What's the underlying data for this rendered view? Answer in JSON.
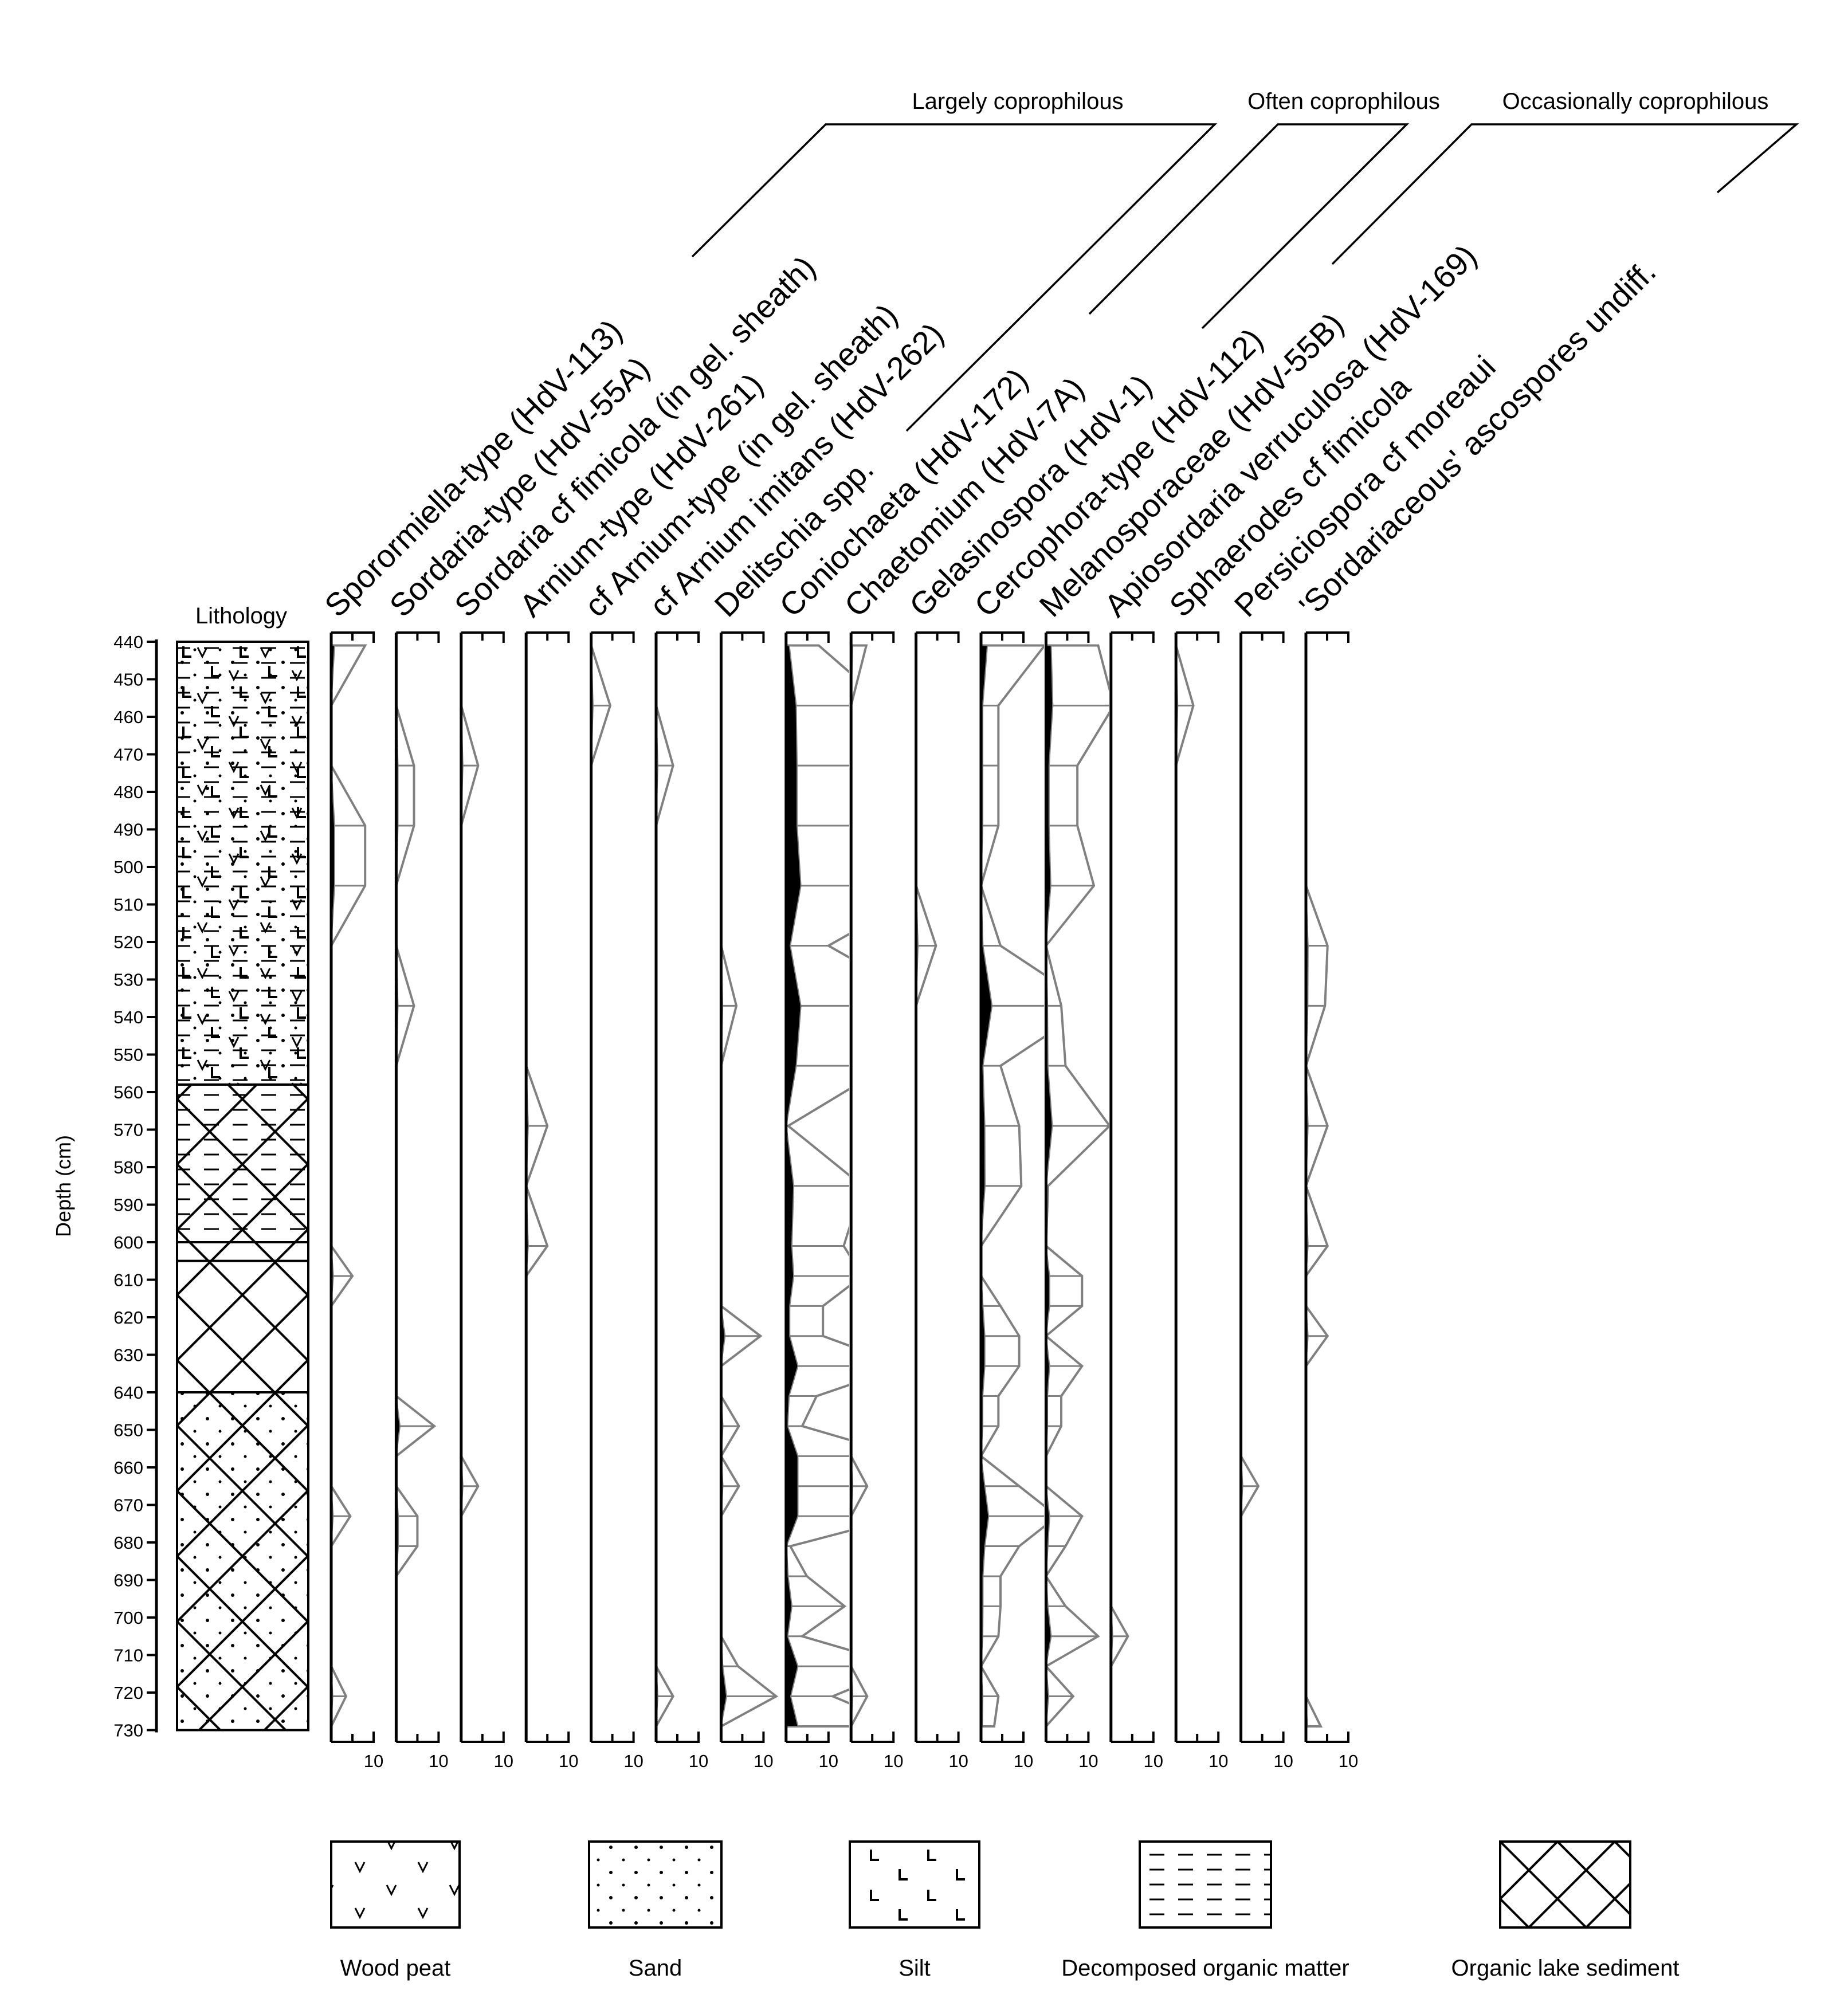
{
  "chart_data": {
    "type": "area",
    "title": "",
    "ylabel": "Depth (cm)",
    "xlabel": "",
    "ylim": [
      440,
      730
    ],
    "y_ticks": [
      440,
      450,
      460,
      470,
      480,
      490,
      500,
      510,
      520,
      530,
      540,
      550,
      560,
      570,
      580,
      590,
      600,
      610,
      620,
      630,
      640,
      650,
      660,
      670,
      680,
      690,
      700,
      710,
      720,
      730
    ],
    "scale_label": "10",
    "exaggeration_factor": 10,
    "lithology_title": "Lithology",
    "depths": [
      441,
      457,
      473,
      489,
      505,
      521,
      537,
      553,
      569,
      585,
      601,
      609,
      617,
      625,
      633,
      641,
      649,
      657,
      665,
      673,
      681,
      689,
      697,
      705,
      713,
      721,
      729
    ],
    "groups": [
      {
        "name": "Largely coprophilous"
      },
      {
        "name": "Often coprophilous"
      },
      {
        "name": "Occasionally coprophilous"
      }
    ],
    "series": [
      {
        "name": "Sporormiella-type (HdV-113)",
        "values": [
          0.8,
          0,
          0,
          0.8,
          0.8,
          0,
          0,
          0,
          0,
          0,
          0,
          0.5,
          0,
          0,
          0,
          0,
          0,
          0,
          0,
          0.45,
          0,
          0,
          0,
          0,
          0,
          0.35,
          0
        ]
      },
      {
        "name": "Sordaria-type (HdV-55A)",
        "values": [
          0,
          0,
          0.42,
          0.42,
          0,
          0,
          0.42,
          0,
          0,
          0,
          0,
          0,
          0,
          0,
          0,
          0,
          0.9,
          0,
          0,
          0.5,
          0.5,
          0,
          0,
          0,
          0,
          0,
          0
        ]
      },
      {
        "name": "Sordaria cf fimicola (in gel. sheath)",
        "values": [
          0,
          0,
          0.4,
          0,
          0,
          0,
          0,
          0,
          0,
          0,
          0,
          0,
          0,
          0,
          0,
          0,
          0,
          0,
          0.4,
          0,
          0,
          0,
          0,
          0,
          0,
          0,
          0
        ]
      },
      {
        "name": "Arnium-type (HdV-261)",
        "values": [
          0,
          0,
          0,
          0,
          0,
          0,
          0,
          0,
          0.5,
          0,
          0.5,
          0,
          0,
          0,
          0,
          0,
          0,
          0,
          0,
          0,
          0,
          0,
          0,
          0,
          0,
          0,
          0
        ]
      },
      {
        "name": "cf Arnium-type (in gel. sheath)",
        "values": [
          0,
          0.45,
          0,
          0,
          0,
          0,
          0,
          0,
          0,
          0,
          0,
          0,
          0,
          0,
          0,
          0,
          0,
          0,
          0,
          0,
          0,
          0,
          0,
          0,
          0,
          0,
          0
        ]
      },
      {
        "name": "cf Arnium imitans (HdV-262)",
        "values": [
          0,
          0,
          0.4,
          0,
          0,
          0,
          0,
          0,
          0,
          0,
          0,
          0,
          0,
          0,
          0,
          0,
          0,
          0,
          0,
          0,
          0,
          0,
          0,
          0,
          0,
          0.4,
          0
        ]
      },
      {
        "name": "Delitschia spp.",
        "values": [
          0,
          0,
          0,
          0,
          0,
          0,
          0.36,
          0,
          0,
          0,
          0,
          0,
          0,
          0.93,
          0,
          0,
          0.42,
          0,
          0.42,
          0,
          0,
          0,
          0,
          0,
          0.4,
          1.3,
          0
        ]
      },
      {
        "name": "Coniochaeta (HdV-172)",
        "values": [
          0.77,
          2.4,
          2.6,
          2.6,
          3.5,
          1.0,
          3.5,
          2.4,
          0.05,
          1.8,
          1.36,
          1.8,
          0.87,
          0.87,
          2.8,
          0.72,
          0.38,
          2.8,
          2.8,
          2.8,
          0.1,
          0.49,
          1.38,
          0.38,
          2.8,
          1.1,
          2.8
        ]
      },
      {
        "name": "Chaetomium (HdV-7A)",
        "values": [
          0.36,
          0,
          0,
          0,
          0,
          0,
          0,
          0,
          0,
          0,
          0,
          0,
          0,
          0,
          0,
          0,
          0,
          0,
          0.38,
          0,
          0,
          0,
          0,
          0,
          0,
          0.38,
          0
        ]
      },
      {
        "name": "Gelasinospora (HdV-1)",
        "values": [
          0,
          0,
          0,
          0,
          0,
          0.47,
          0,
          0,
          0,
          0,
          0,
          0,
          0,
          0,
          0,
          0,
          0,
          0,
          0,
          0,
          0,
          0,
          0,
          0,
          0,
          0,
          0
        ]
      },
      {
        "name": "Cercophora-type (HdV-112)",
        "values": [
          1.5,
          0.41,
          0.41,
          0.41,
          0,
          0.46,
          2.6,
          0.46,
          0.9,
          0.95,
          0,
          0,
          0.46,
          0.9,
          0.9,
          0.41,
          0.41,
          0,
          0.9,
          1.8,
          0.9,
          0.46,
          0.46,
          0.41,
          0,
          0.41,
          0.31
        ]
      },
      {
        "name": "Melanosporaceae (HdV-55B)",
        "values": [
          1.23,
          1.6,
          0.74,
          0.74,
          1.13,
          0,
          0.36,
          0.46,
          1.5,
          0.05,
          0,
          0.85,
          0.85,
          0,
          0.85,
          0.36,
          0.36,
          0,
          0,
          0.85,
          0.46,
          0,
          0.46,
          1.23,
          0,
          0.64,
          0
        ]
      },
      {
        "name": "Apiosordaria verruculosa (HdV-169)",
        "values": [
          0,
          0,
          0,
          0,
          0,
          0,
          0,
          0,
          0,
          0,
          0,
          0,
          0,
          0,
          0,
          0,
          0,
          0,
          0,
          0,
          0,
          0,
          0,
          0.4,
          0,
          0,
          0
        ]
      },
      {
        "name": "Sphaerodes cf fimicola",
        "values": [
          0,
          0.41,
          0,
          0,
          0,
          0,
          0,
          0,
          0,
          0,
          0,
          0,
          0,
          0,
          0,
          0,
          0,
          0,
          0,
          0,
          0,
          0,
          0,
          0,
          0,
          0,
          0
        ]
      },
      {
        "name": "Persiciospora cf moreaui",
        "values": [
          0,
          0,
          0,
          0,
          0,
          0,
          0,
          0,
          0,
          0,
          0,
          0,
          0,
          0,
          0,
          0,
          0,
          0,
          0.41,
          0,
          0,
          0,
          0,
          0,
          0,
          0,
          0
        ]
      },
      {
        "name": "'Sordariaceous' ascospores undiff.",
        "values": [
          0,
          0,
          0,
          0,
          0,
          0.51,
          0.45,
          0,
          0.51,
          0,
          0.51,
          0,
          0,
          0.51,
          0,
          0,
          0,
          0,
          0,
          0,
          0,
          0,
          0,
          0,
          0,
          0,
          0.35
        ]
      }
    ],
    "lithology": [
      {
        "from": 440,
        "to": 558,
        "types": [
          "silt",
          "decomposed",
          "wood",
          "sand"
        ]
      },
      {
        "from": 558,
        "to": 600,
        "types": [
          "lake",
          "decomposed"
        ]
      },
      {
        "from": 600,
        "to": 605,
        "types": [
          "lake"
        ]
      },
      {
        "from": 605,
        "to": 640,
        "types": [
          "lake"
        ]
      },
      {
        "from": 640,
        "to": 730,
        "types": [
          "lake",
          "sand"
        ]
      }
    ],
    "legend": [
      {
        "type": "wood",
        "label": "Wood peat"
      },
      {
        "type": "sand",
        "label": "Sand"
      },
      {
        "type": "silt",
        "label": "Silt"
      },
      {
        "type": "decomposed",
        "label": "Decomposed organic matter"
      },
      {
        "type": "lake",
        "label": "Organic lake sediment"
      }
    ],
    "colors": {
      "outline": "#808080",
      "fill": "#000000",
      "axis": "#000000"
    }
  }
}
